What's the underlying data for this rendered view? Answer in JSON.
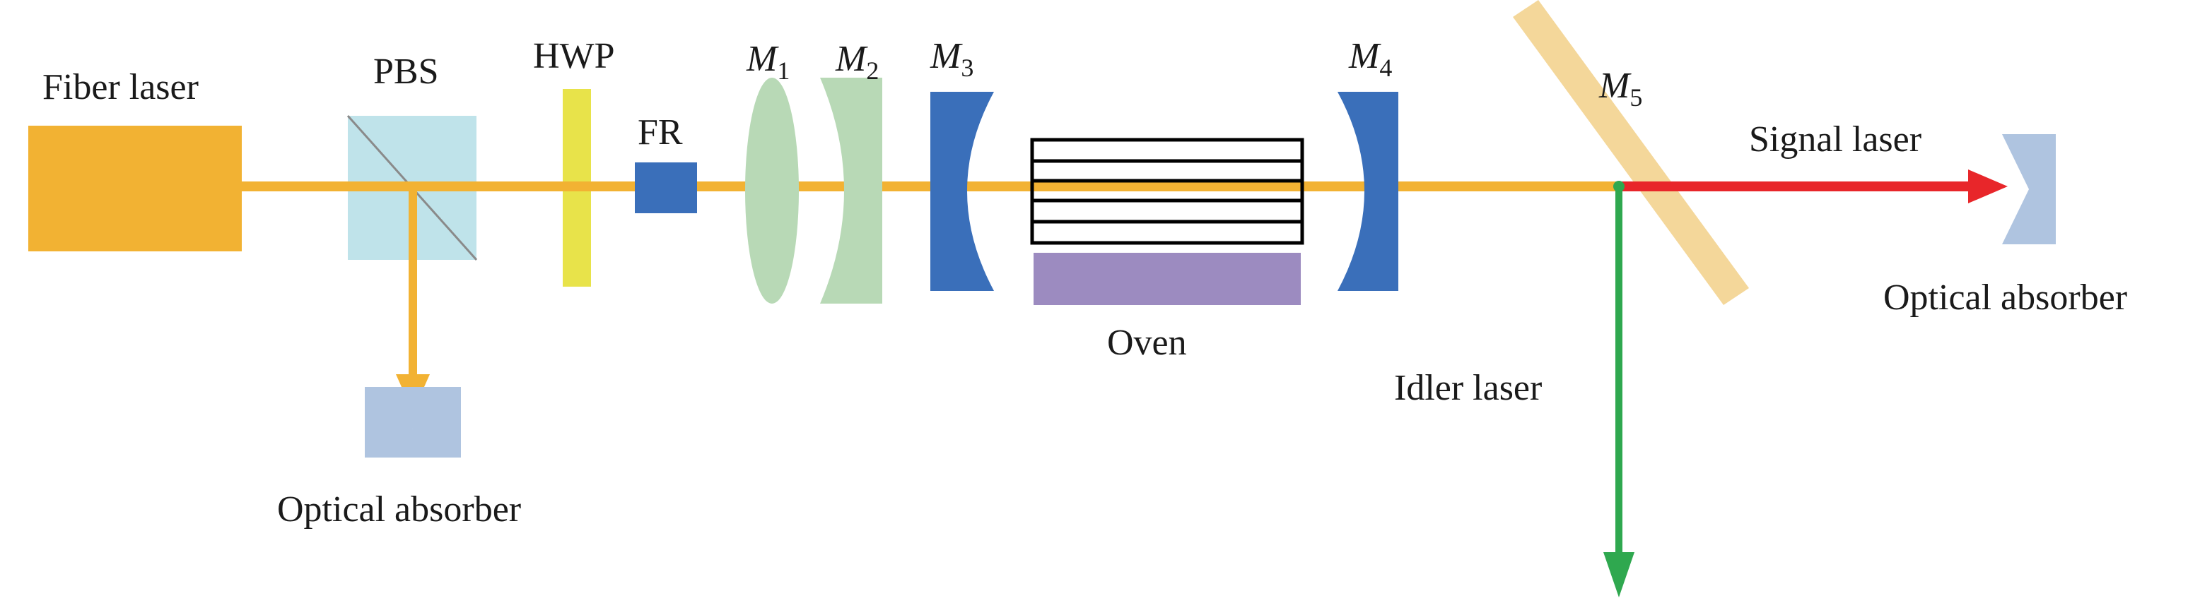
{
  "labels": {
    "fiber_laser": "Fiber laser",
    "pbs": "PBS",
    "hwp": "HWP",
    "fr": "FR",
    "m1_base": "M",
    "m1_sub": "1",
    "m2_base": "M",
    "m2_sub": "2",
    "m3_base": "M",
    "m3_sub": "3",
    "m4_base": "M",
    "m4_sub": "4",
    "m5_base": "M",
    "m5_sub": "5",
    "oven": "Oven",
    "signal_laser": "Signal laser",
    "idler_laser": "Idler laser",
    "absorber_left": "Optical absorber",
    "absorber_right": "Optical absorber"
  },
  "colors": {
    "pump_beam": "#F2B233",
    "fiber_laser": "#F2B233",
    "pbs_fill": "#BFE3EA",
    "hwp": "#E8E34A",
    "fr": "#3A6FBA",
    "lens": "#B8D9B6",
    "mirror": "#3A6FBA",
    "crystal_outline": "#000000",
    "oven": "#9C8BC0",
    "m5": "#F4D79A",
    "signal_beam": "#E8262A",
    "idler_beam": "#2FA84F",
    "absorber": "#AFC4E0"
  }
}
